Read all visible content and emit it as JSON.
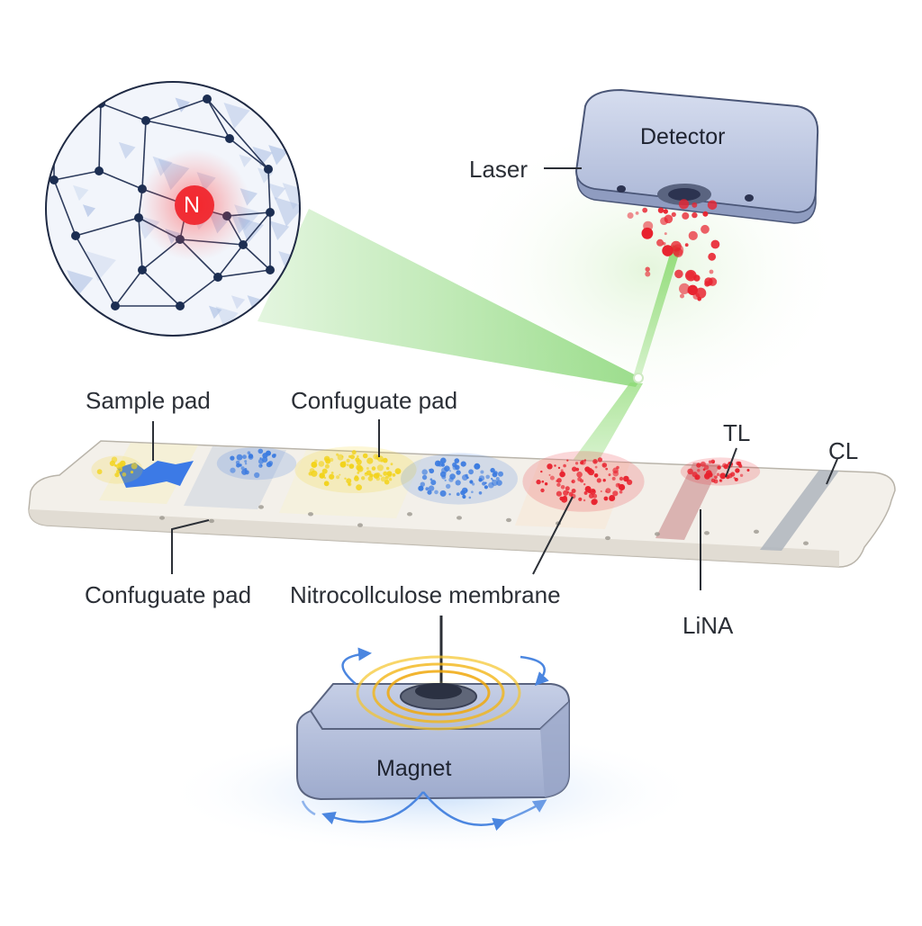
{
  "diagram": {
    "labels": {
      "detector": "Detector",
      "laser": "Laser",
      "nanoparticle": "N",
      "sample_pad": "Sample pad",
      "conjugate_pad_top": "Confuguate pad",
      "conjugate_pad_bottom": "Confuguate pad",
      "membrane": "Nitrocollculose membrane",
      "test_line": "TL",
      "control_line": "CL",
      "lina": "LiNA",
      "magnet": "Magnet"
    },
    "colors": {
      "laser_beam": "#7ed36a",
      "signal_red": "#e8222e",
      "conjugate_yellow": "#f2d31c",
      "particle_blue": "#3b7be0",
      "device_body": "#b7c2de",
      "strip": "#f2efe9",
      "field_glow": "#f5c52a",
      "field_arrows": "#4b86e0",
      "lattice_nodes": "#1c2e52"
    }
  }
}
